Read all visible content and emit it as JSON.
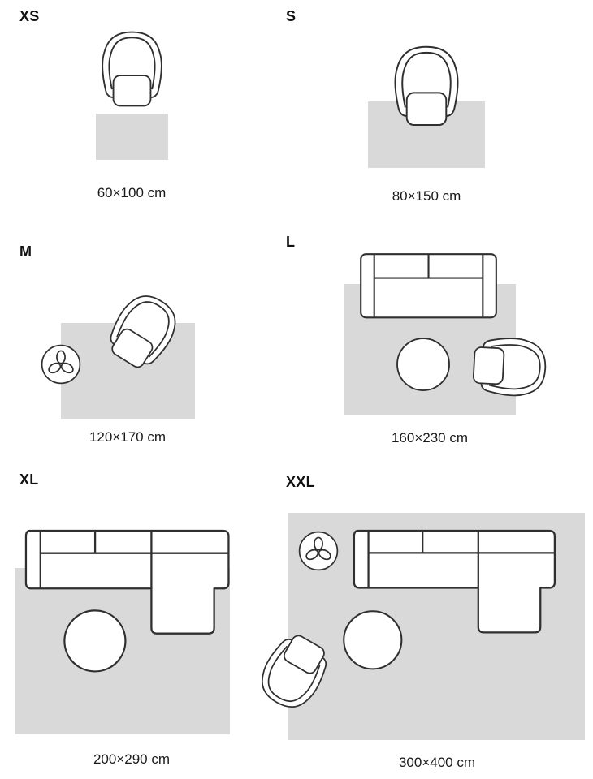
{
  "colors": {
    "background": "#ffffff",
    "rug": "#d9d9d9",
    "furniture_outline": "#2f2f2f",
    "furniture_fill": "#ffffff",
    "text": "#1a1a1a"
  },
  "icons": {
    "armchair": "top-view armchair outline",
    "sofa": "top-view sofa outline",
    "sectional_sofa": "top-view sectional sofa with chaise outline",
    "coffee_table": "round coffee table outline",
    "plant_table": "round side table with plant outline",
    "rug": "gray rectangle rug"
  },
  "sizes": [
    {
      "id": "xs",
      "label": "XS",
      "dimensions": "60×100 cm",
      "furniture": [
        "armchair"
      ]
    },
    {
      "id": "s",
      "label": "S",
      "dimensions": "80×150 cm",
      "furniture": [
        "armchair"
      ]
    },
    {
      "id": "m",
      "label": "M",
      "dimensions": "120×170 cm",
      "furniture": [
        "armchair",
        "plant-table"
      ]
    },
    {
      "id": "l",
      "label": "L",
      "dimensions": "160×230 cm",
      "furniture": [
        "sofa",
        "coffee-table",
        "armchair"
      ]
    },
    {
      "id": "xl",
      "label": "XL",
      "dimensions": "200×290 cm",
      "furniture": [
        "sectional-sofa",
        "coffee-table"
      ]
    },
    {
      "id": "xxl",
      "label": "XXL",
      "dimensions": "300×400 cm",
      "furniture": [
        "plant-table",
        "sectional-sofa",
        "coffee-table",
        "armchair"
      ]
    }
  ]
}
